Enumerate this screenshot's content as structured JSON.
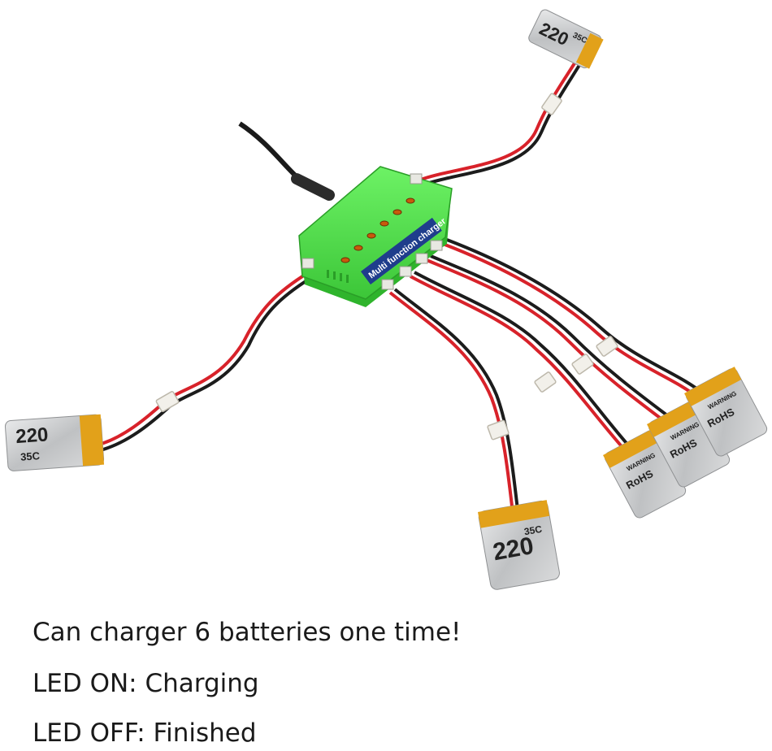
{
  "product": {
    "charger_label": "Multi function charger",
    "led_count": 6,
    "colors": {
      "charger_body": "#4fe04a",
      "charger_shade": "#2fb42c",
      "wire_red": "#d8222a",
      "wire_black": "#1c1c1c",
      "battery_silver": "#c9cbcd",
      "battery_tab": "#e2a11a"
    },
    "batteries": [
      {
        "capacity": "220",
        "rating": "35C"
      },
      {
        "capacity": "220",
        "rating": "35C"
      },
      {
        "capacity": "220",
        "rating": "35C"
      },
      {
        "warning": "WARNING",
        "brand": "RoHS"
      },
      {
        "warning": "WARNING",
        "brand": "RoHS"
      },
      {
        "warning": "WARNING",
        "brand": "RoHS"
      }
    ]
  },
  "captions": {
    "line1": "Can charger 6 batteries one time!",
    "line2": "LED ON: Charging",
    "line3": "LED OFF: Finished"
  }
}
